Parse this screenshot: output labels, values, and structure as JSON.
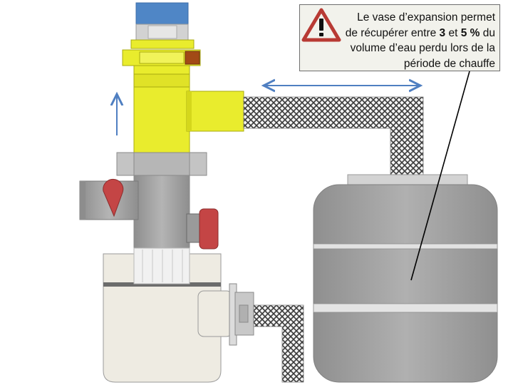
{
  "callout": {
    "line1": "Le vase d’expansion permet",
    "line2_a": "de récupérer entre ",
    "line2_b": "3",
    "line2_c": " et ",
    "line2_d": "5 %",
    "line2_e": " du",
    "line3": "volume d’eau perdu lors de la",
    "line4": "période de chauffe",
    "icon": "warning-triangle-icon"
  },
  "colors": {
    "yellow": "#e9ec2d",
    "pipe_grey": "#a0a0a0",
    "tank_grey": "#a2a2a2",
    "cream": "#eeebe2",
    "blue_cap": "#4f86c6",
    "red_valve": "#c44545",
    "arrow_blue": "#4f7fc1"
  }
}
